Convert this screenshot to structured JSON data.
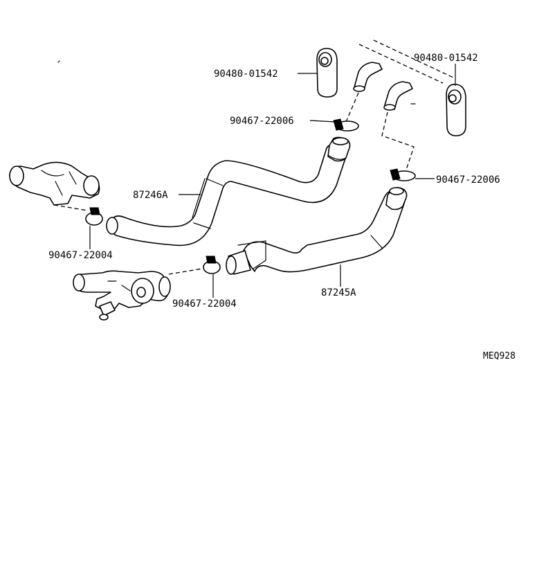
{
  "diagram": {
    "code": "MEQ928",
    "parts": {
      "grommet_left": "90480-01542",
      "grommet_right": "90480-01542",
      "clamp_upper_left": "90467-22006",
      "clamp_upper_right": "90467-22006",
      "hose_upper": "87246A",
      "hose_lower": "87245A",
      "clamp_lower_left": "90467-22004",
      "clamp_lower_mid": "90467-22004"
    }
  }
}
